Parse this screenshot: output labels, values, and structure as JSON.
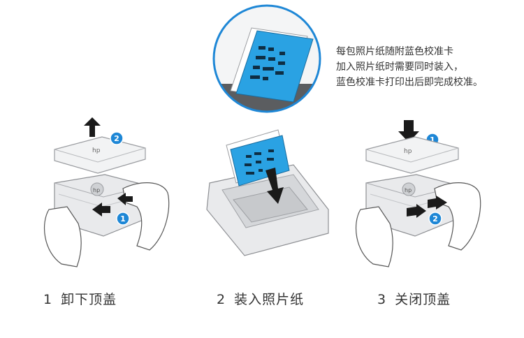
{
  "note": {
    "lines": [
      "每包照片纸随附蓝色校准卡",
      "加入照片纸时需要同时装入，",
      "蓝色校准卡打印出后即完成校准。"
    ]
  },
  "steps": [
    {
      "number": "1",
      "label": "卸下顶盖"
    },
    {
      "number": "2",
      "label": "装入照片纸"
    },
    {
      "number": "3",
      "label": "关闭顶盖"
    }
  ],
  "badges": {
    "step1_lift": "2",
    "step1_slide": "1",
    "step3_press": "1",
    "step3_slide": "2"
  },
  "brand": "hp",
  "colors": {
    "badge_blue": "#1e87d6",
    "card_blue": "#2aa2e3",
    "arrow": "#1a1a1a",
    "printer_body": "#e9eaec",
    "printer_outline": "#8d8f93"
  }
}
